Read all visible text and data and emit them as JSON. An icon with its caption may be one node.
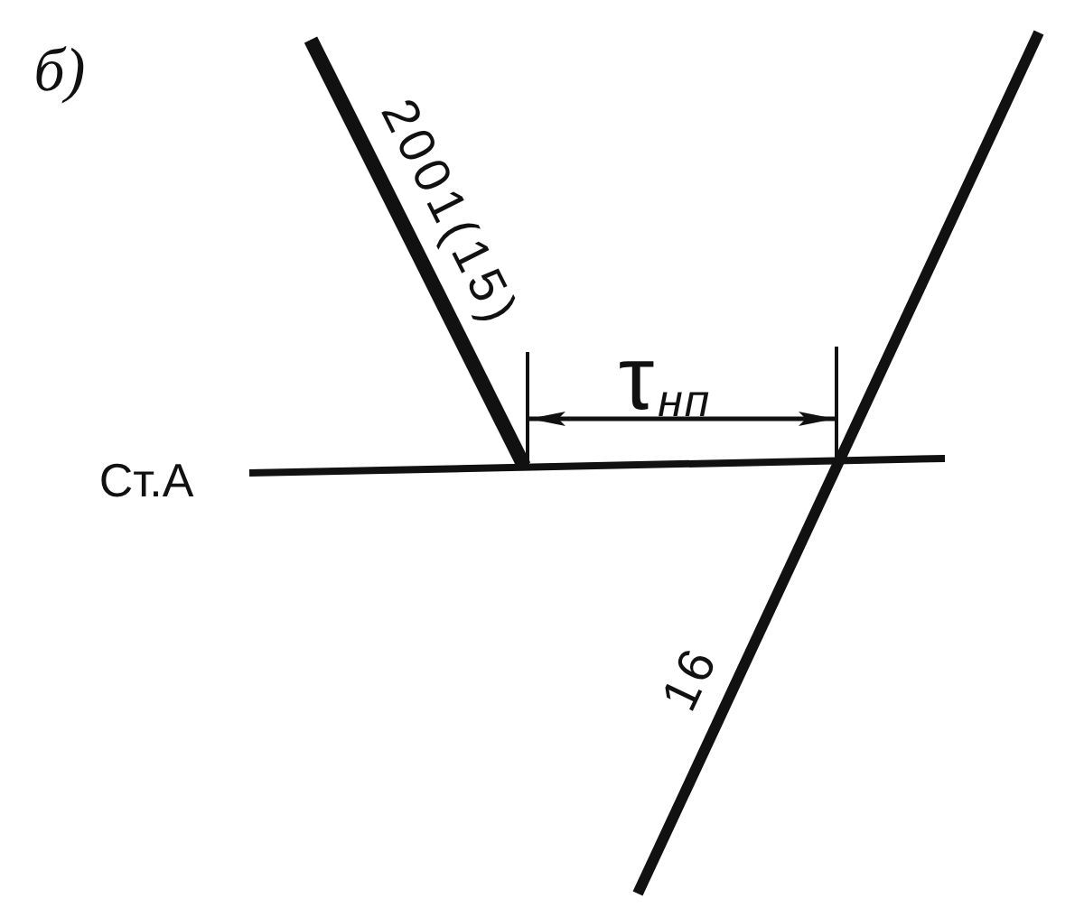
{
  "diagram": {
    "labels": [
      "б)",
      "2001(15)",
      "τ$_{нп}$",
      "Ст.А",
      "16"
    ]
  }
}
